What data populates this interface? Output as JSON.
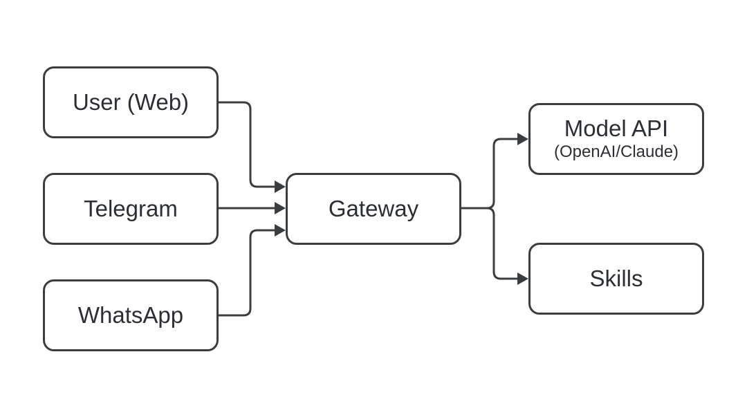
{
  "diagram": {
    "nodes": {
      "user_web": {
        "label": "User (Web)"
      },
      "telegram": {
        "label": "Telegram"
      },
      "whatsapp": {
        "label": "WhatsApp"
      },
      "gateway": {
        "label": "Gateway"
      },
      "model_api": {
        "label": "Model API",
        "sublabel": "(OpenAI/Claude)"
      },
      "skills": {
        "label": "Skills"
      }
    },
    "edges": [
      {
        "from": "User (Web)",
        "to": "Gateway"
      },
      {
        "from": "Telegram",
        "to": "Gateway"
      },
      {
        "from": "WhatsApp",
        "to": "Gateway"
      },
      {
        "from": "Gateway",
        "to": "Model API"
      },
      {
        "from": "Gateway",
        "to": "Skills"
      }
    ],
    "colors": {
      "stroke": "#3a3d40",
      "text": "#2b2f33",
      "background": "#ffffff"
    }
  }
}
